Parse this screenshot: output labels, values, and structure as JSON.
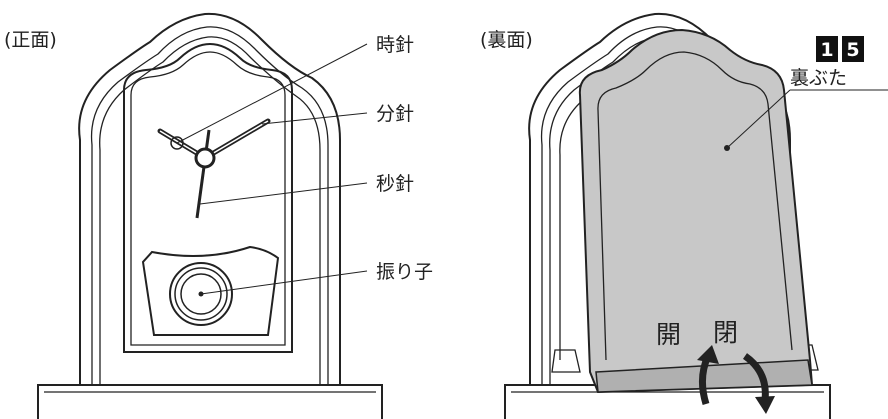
{
  "front": {
    "view_label": "(正面)",
    "labels": {
      "hour_hand": "時針",
      "minute_hand": "分針",
      "second_hand": "秒針",
      "pendulum": "振り子"
    }
  },
  "back": {
    "view_label": "(裏面)",
    "back_cover": "裏ぶた",
    "open": "開",
    "close": "閉"
  },
  "badge": {
    "digit1": "1",
    "digit2": "5"
  }
}
